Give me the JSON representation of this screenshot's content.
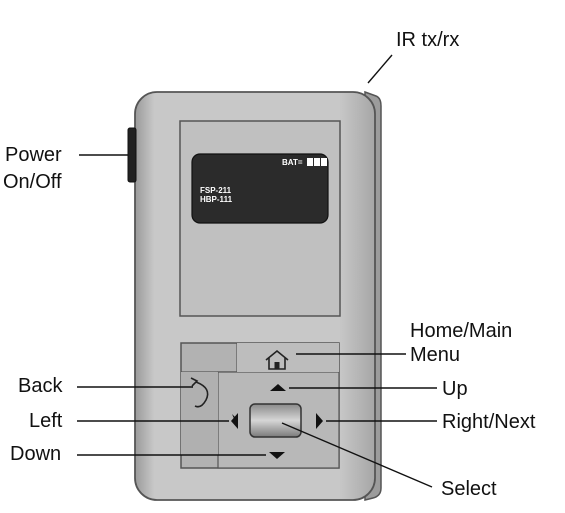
{
  "labels": {
    "ir": "IR tx/rx",
    "power_line1": "Power",
    "power_line2": "On/Off",
    "home_line1": "Home/Main",
    "home_line2": "Menu",
    "back": "Back",
    "up": "Up",
    "left": "Left",
    "right": "Right/Next",
    "down": "Down",
    "select": "Select"
  },
  "screen": {
    "battery_label": "BAT=",
    "line1": "FSP-211",
    "line2": "HBP-111"
  },
  "colors": {
    "body": "#c4c4c4",
    "outline": "#555555",
    "display": "#2b2b2b",
    "keypad": "#a8a8a8",
    "text": "#111111"
  }
}
